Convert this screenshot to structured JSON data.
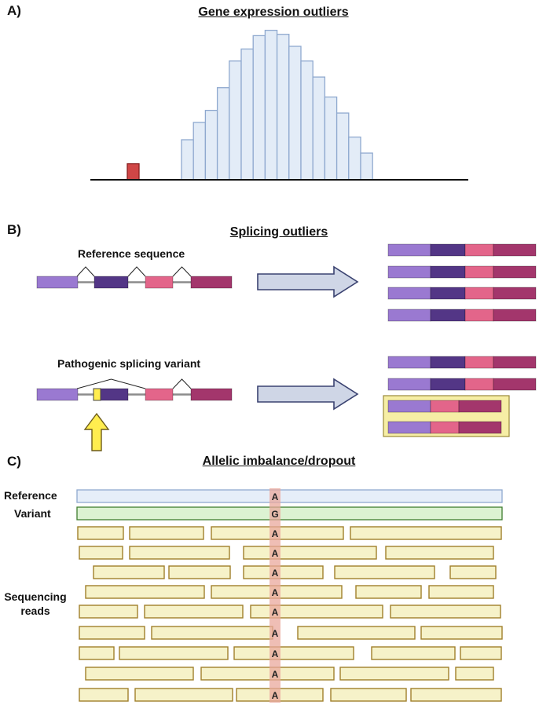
{
  "panel_a": {
    "label": "A)",
    "title": "Gene expression outliers",
    "histogram_counts": [
      1.5,
      2.15,
      2.6,
      3.45,
      4.45,
      4.9,
      5.4,
      5.6,
      5.45,
      5.0,
      4.45,
      3.85,
      3.1,
      2.5,
      1.6,
      1.0
    ],
    "outlier_count": 0.6,
    "bar_fill": "#e3ecf7",
    "bar_stroke": "#8fa9cf",
    "outlier_fill": "#d04646",
    "outlier_stroke": "#8a1f1f"
  },
  "panel_b": {
    "label": "B)",
    "title": "Splicing outliers",
    "reference_label": "Reference sequence",
    "variant_label": "Pathogenic splicing variant",
    "exon_colors": [
      "#9a79d1",
      "#533686",
      "#e3658a",
      "#a3366c"
    ],
    "arrow_fill": "#cfd6e6",
    "arrow_stroke": "#3a4270",
    "variant_marker_color": "#ffed4f",
    "abnormal_box_fill": "#f6eea5"
  },
  "panel_c": {
    "label": "C)",
    "title": "Allelic imbalance/dropout",
    "reference_label": "Reference",
    "variant_label": "Variant",
    "reads_label_line1": "Sequencing",
    "reads_label_line2": "reads",
    "reference_base": "A",
    "variant_base": "G",
    "read_base": "A",
    "read_fill": "#f6f2c9",
    "read_stroke": "#a07f2c",
    "reference_fill": "#e6eef9",
    "variant_fill": "#dcf2d2",
    "highlight_color": "#e9a89c"
  }
}
